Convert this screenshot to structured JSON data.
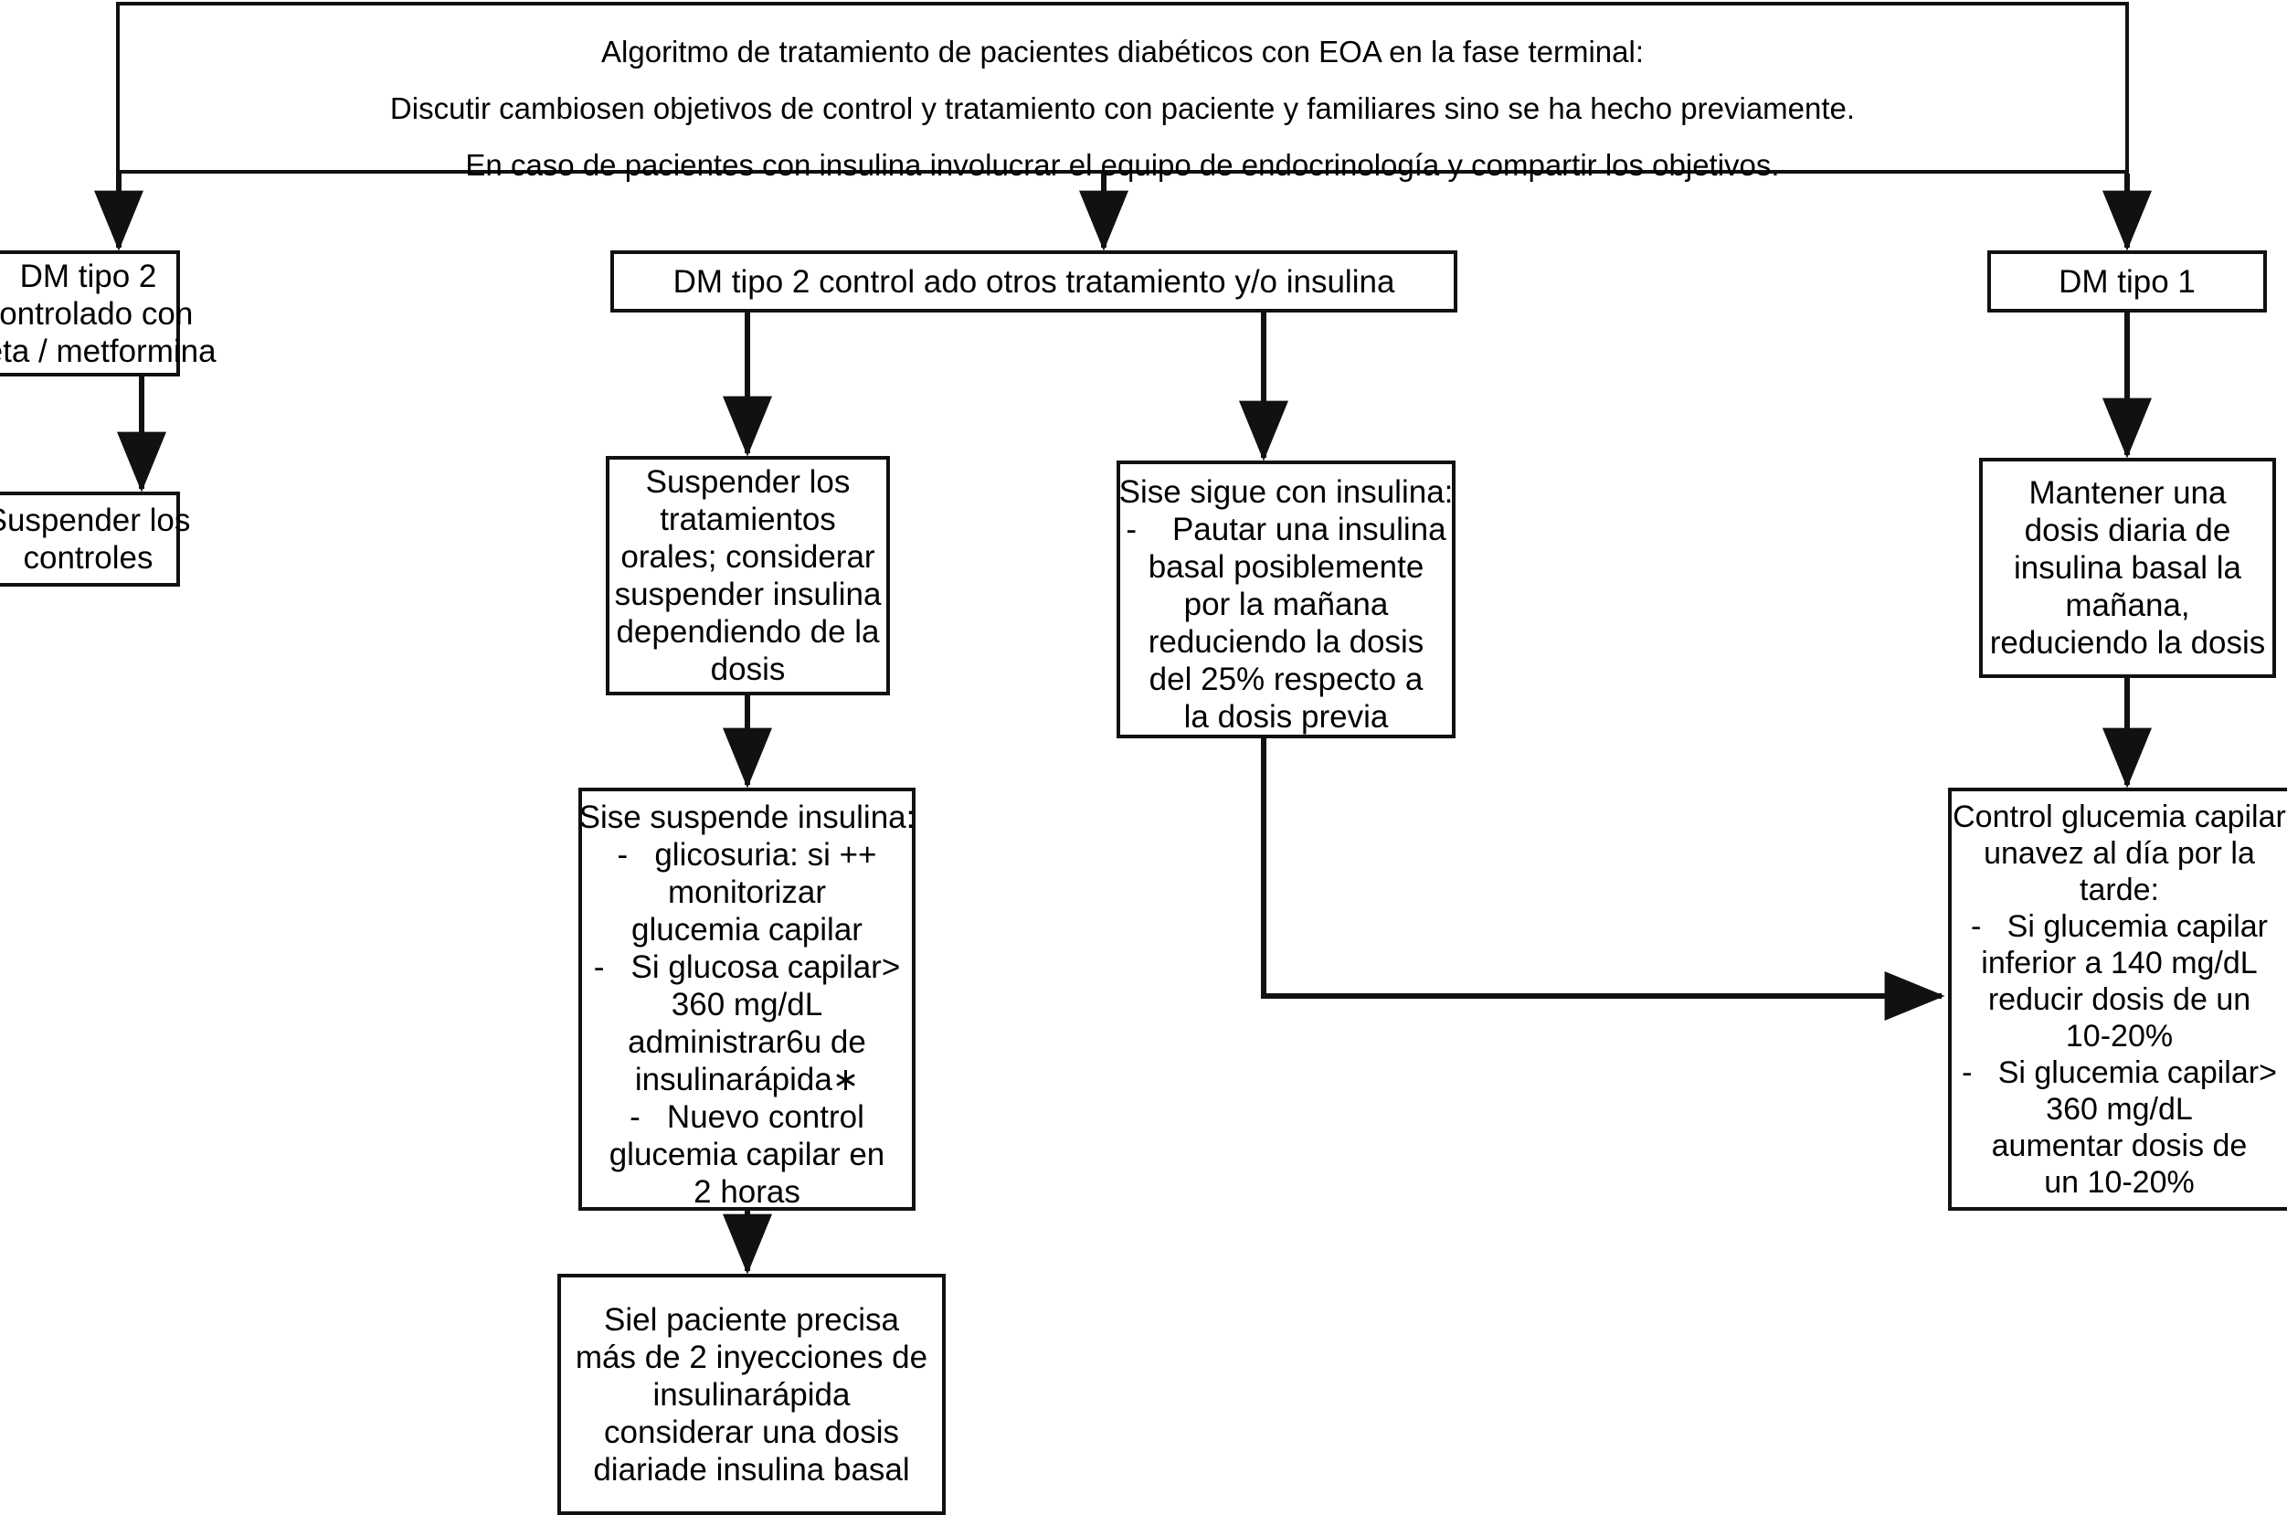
{
  "diagram": {
    "language": "es",
    "ink_color": "#111111",
    "paper_color": "#ffffff"
  },
  "header": {
    "name": "algorithm-title-box",
    "lines": [
      "Algoritmo de tratamiento de pacientes diabéticos con EOA en la fase terminal:",
      "Discutir cambiosen objetivos de control y tratamiento con paciente y familiares sino se ha hecho previamente.",
      "En caso de pacientes con insulina involucrar el equipo de endocrinología y compartir los objetivos."
    ]
  },
  "branches": {
    "left": {
      "entry": {
        "name": "dm-tipo-2-dieta-metformina",
        "lines": [
          "DM tipo 2",
          "controlado con",
          "dieta / metformina"
        ]
      },
      "outcome": {
        "name": "suspender-los-controles",
        "lines": [
          "Suspender los",
          "controles"
        ]
      }
    },
    "middle": {
      "entry": {
        "name": "dm-tipo-2-otros-tratamientos",
        "lines": [
          "DM tipo 2 control ado otros tratamiento y/o insulina"
        ]
      },
      "left_child": {
        "name": "suspender-tratamientos-orales",
        "lines": [
          "Suspender los",
          "tratamientos",
          "orales; considerar",
          "suspender insulina",
          "dependiendo de la",
          "dosis"
        ]
      },
      "left_child_detail": {
        "name": "si-se-suspende-insulina",
        "lines": [
          "Sise suspende insulina:",
          "-   glicosuria: si ++",
          "monitorizar",
          "glucemia capilar",
          "-   Si glucosa capilar>",
          "360 mg/dL",
          "administrar6u de",
          "insulinarápida∗",
          "-   Nuevo control",
          "glucemia capilar en",
          "2 horas"
        ]
      },
      "left_child_final": {
        "name": "mas-de-2-inyecciones",
        "lines": [
          "Siel paciente precisa",
          "más de 2 inyecciones de",
          "insulinarápida",
          "considerar una dosis",
          "diariade insulina basal"
        ]
      },
      "right_child": {
        "name": "si-se-sigue-con-insulina",
        "lines": [
          "Sise sigue con insulina:",
          "-    Pautar una insulina",
          "basal posiblemente",
          "por la mañana",
          "reduciendo la dosis",
          "del 25% respecto a",
          "la dosis previa"
        ]
      }
    },
    "right": {
      "entry": {
        "name": "dm-tipo-1",
        "lines": [
          "DM tipo 1"
        ]
      },
      "child": {
        "name": "mantener-dosis-diaria-basal",
        "lines": [
          "Mantener una",
          "dosis diaria de",
          "insulina basal la",
          "mañana,",
          "reduciendo la dosis"
        ]
      },
      "outcome": {
        "name": "control-glucemia-capilar-tarde",
        "lines": [
          "Control glucemia capilar",
          "unavez al día por la",
          "tarde:",
          "-   Si glucemia capilar",
          "inferior a 140 mg/dL",
          "reducir dosis de un",
          "10-20%",
          "-   Si glucemia capilar>",
          "360 mg/dL",
          "aumentar dosis de",
          "un 10-20%"
        ]
      }
    }
  }
}
